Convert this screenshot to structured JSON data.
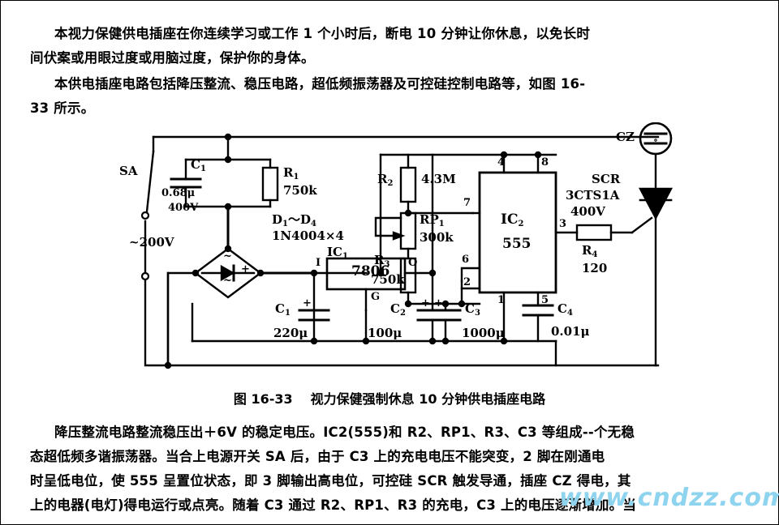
{
  "document": {
    "figure_number": "图 16-33",
    "caption": "视力保健强制休息 10 分钟供电插座电路",
    "watermark": "www.cndzz.com"
  },
  "paragraphs": {
    "top": [
      "本视力保健供电插座在你连续学习或工作 1 个小时后，断电 10 分钟让你休息，以免长时",
      "间伏案或用眼过度或用脑过度，保护你的身体。"
    ],
    "middle": [
      "本供电插座电路包括降压整流、稳压电路，超低频振荡器及可控硅控制电路等，如图 16-",
      "33 所示。"
    ],
    "bottom": [
      "降压整流电路整流稳压出＋6V 的稳定电压。IC2(555)和 R2、RP1、R3、C3 等组成--个无稳",
      "态超低频多谐振荡器。当合上电源开关 SA 后，由于 C3 上的充电电压不能突变，2 脚在刚通电",
      "时呈低电位，使 555 呈置位状态，即 3 脚输出高电位，可控硅 SCR 触发导通，插座 CZ 得电，其",
      "上的电器(电灯)得电运行或点亮。随着 C3 通过 R2、RP1、R3 的充电，C3 上的电压逐渐增加。当"
    ]
  },
  "circuit": {
    "source": {
      "label": "~200V",
      "switch": "SA"
    },
    "components": [
      {
        "id": "C1-ac",
        "ref": "C",
        "sub": "1",
        "value": "0.68μ",
        "rating": "400V",
        "type": "capacitor"
      },
      {
        "id": "R1",
        "ref": "R",
        "sub": "1",
        "value": "750k",
        "type": "resistor"
      },
      {
        "id": "bridge",
        "ref": "D",
        "sub": "1",
        "range": "D₁～D₄",
        "value": "1N4004×4",
        "type": "bridge-rectifier",
        "marks": {
          "ac_top": "~",
          "ac_bottom": "~",
          "minus": "—",
          "plus": "+"
        }
      },
      {
        "id": "C1",
        "ref": "C",
        "sub": "1",
        "value": "220μ",
        "type": "capacitor-polarized",
        "polarity": "+"
      },
      {
        "id": "IC1",
        "ref": "IC",
        "sub": "1",
        "value": "7806",
        "type": "regulator",
        "pins": {
          "in": "I",
          "out": "O",
          "gnd": "G"
        }
      },
      {
        "id": "C2",
        "ref": "C",
        "sub": "2",
        "value": "100μ",
        "type": "capacitor-polarized",
        "polarity": "+"
      },
      {
        "id": "C3",
        "ref": "C",
        "sub": "3",
        "value": "1000μ",
        "type": "capacitor-polarized",
        "polarity": "+"
      },
      {
        "id": "R2",
        "ref": "R",
        "sub": "2",
        "value": "4.3M",
        "type": "resistor"
      },
      {
        "id": "RP1",
        "ref": "RP",
        "sub": "1",
        "value": "300k",
        "type": "potentiometer"
      },
      {
        "id": "R3",
        "ref": "R",
        "sub": "3",
        "value": "750k",
        "type": "resistor"
      },
      {
        "id": "IC2",
        "ref": "IC",
        "sub": "2",
        "value": "555",
        "type": "timer-ic",
        "pins": [
          "1",
          "2",
          "3",
          "4",
          "5",
          "6",
          "7",
          "8"
        ]
      },
      {
        "id": "C4",
        "ref": "C",
        "sub": "4",
        "value": "0.01μ",
        "type": "capacitor"
      },
      {
        "id": "R4",
        "ref": "R",
        "sub": "4",
        "value": "120",
        "type": "resistor"
      },
      {
        "id": "SCR",
        "ref": "SCR",
        "value": "3CTS1A",
        "rating": "400V",
        "type": "thyristor"
      },
      {
        "id": "CZ",
        "ref": "CZ",
        "type": "socket"
      }
    ],
    "labels": {
      "sa": "SA",
      "ac_in": "~200V",
      "c1ac_ref": "C",
      "c1ac_sub": "1",
      "c1ac_val": "0.68μ",
      "c1ac_rating": "400V",
      "r1_ref": "R",
      "r1_sub": "1",
      "r1_val": "750k",
      "diodes_range": "D",
      "diodes_sub1": "1",
      "diodes_sub2": "4",
      "diodes_val": "1N4004×4",
      "ic1_ref": "IC",
      "ic1_sub": "1",
      "ic1_val": "7806",
      "ic1_in": "I",
      "ic1_out": "O",
      "ic1_gnd": "G",
      "c1_ref": "C",
      "c1_sub": "1",
      "c1_val": "220μ",
      "c2_ref": "C",
      "c2_sub": "2",
      "c2_val": "100μ",
      "c3_ref": "C",
      "c3_sub": "3",
      "c3_val": "1000μ",
      "c4_ref": "C",
      "c4_sub": "4",
      "c4_val": "0.01μ",
      "r2_ref": "R",
      "r2_sub": "2",
      "r2_val": "4.3M",
      "rp1_ref": "RP",
      "rp1_sub": "1",
      "rp1_val": "300k",
      "r3_ref": "R",
      "r3_sub": "3",
      "r3_val": "750k",
      "ic2_ref": "IC",
      "ic2_sub": "2",
      "ic2_val": "555",
      "pin1": "1",
      "pin2": "2",
      "pin3": "3",
      "pin4": "4",
      "pin5": "5",
      "pin6": "6",
      "pin7": "7",
      "pin8": "8",
      "scr_ref": "SCR",
      "scr_val": "3CTS1A",
      "scr_rating": "400V",
      "r4_ref": "R",
      "r4_sub": "4",
      "r4_val": "120",
      "cz_ref": "CZ",
      "ac_mark_top": "~",
      "ac_mark_bottom": "~",
      "minus": "—",
      "plus": "+"
    }
  }
}
